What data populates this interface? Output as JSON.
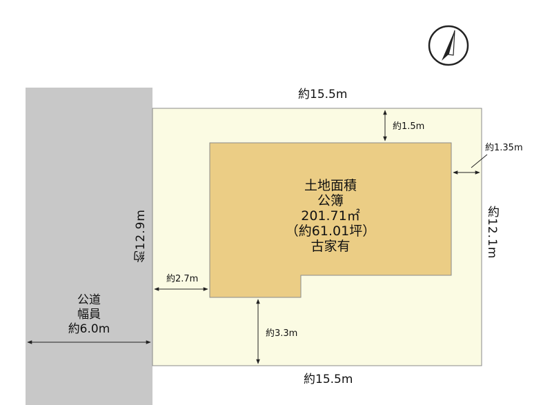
{
  "road": {
    "line1": "公道",
    "line2": "幅員",
    "line3": "約6.0m"
  },
  "building": {
    "line1": "土地面積",
    "line2": "公簿",
    "line3": "201.71㎡",
    "line4": "（約61.01坪）",
    "line5": "古家有"
  },
  "dimensions": {
    "top_width": "約15.5m",
    "bottom_width": "約15.5m",
    "left_depth": "約12.9m",
    "right_depth": "約12.1m",
    "setback_top": "約1.5m",
    "setback_right": "約1.35m",
    "setback_left": "約2.7m",
    "setback_bottom": "約3.3m"
  },
  "colors": {
    "road": "#c8c8c8",
    "lot": "#fbfbe3",
    "building": "#ebcd85",
    "outline": "#8a8a8a",
    "arrow": "#222222"
  },
  "compass": {
    "icon": "north-arrow-icon"
  }
}
